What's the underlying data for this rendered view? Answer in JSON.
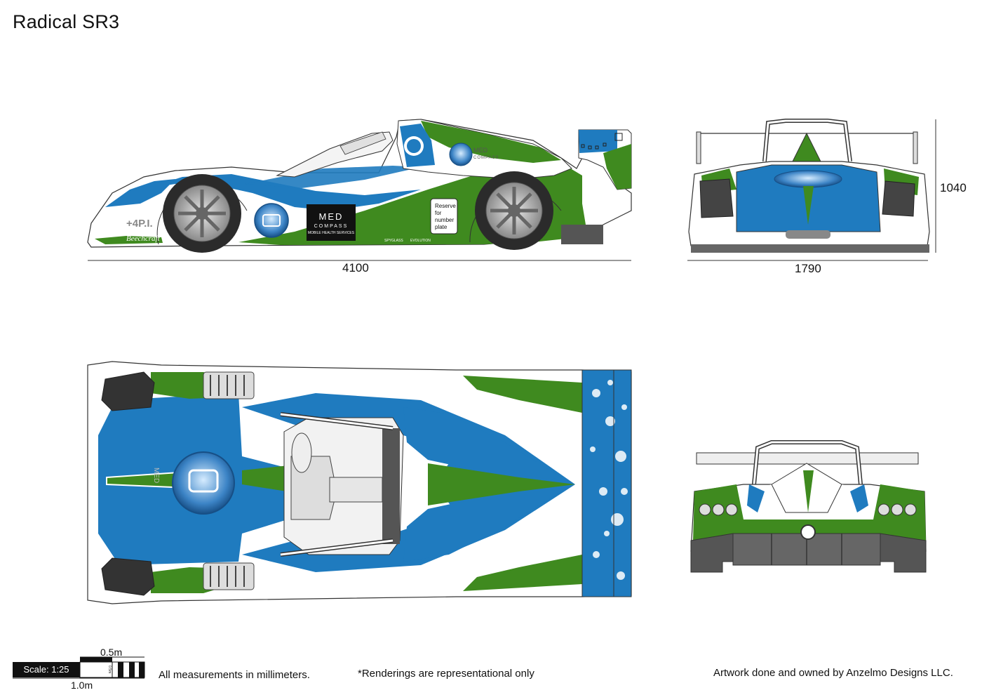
{
  "title": "Radical SR3",
  "dimensions": {
    "length": "4100",
    "width": "1790",
    "height": "1040"
  },
  "scale": {
    "label": "Scale: 1:25",
    "half_meter": "0.5m",
    "one_meter": "1.0m",
    "tiny_label": "0.5m"
  },
  "livery": {
    "med": "MED",
    "compass": "COMPASS",
    "mobile_health": "MOBILE HEALTH SERVICES",
    "plate_text": [
      "Reserve",
      "for",
      "number",
      "plate"
    ],
    "sponsor_api": "+4P.I.",
    "sponsor_beechcraft": "Beechcraft",
    "sponsor_spyglass": "SPYGLASS",
    "sponsor_evolution": "EVOLUTION"
  },
  "footer": {
    "measurements": "All measurements in millimeters.",
    "disclaimer": "*Renderings are representational only",
    "credit": "Artwork done and owned by Anzelmo Designs LLC."
  },
  "colors": {
    "blue": "#1f7bbf",
    "green": "#3f8a1f",
    "dark_gray": "#555555",
    "tire": "#2b2b2b"
  }
}
